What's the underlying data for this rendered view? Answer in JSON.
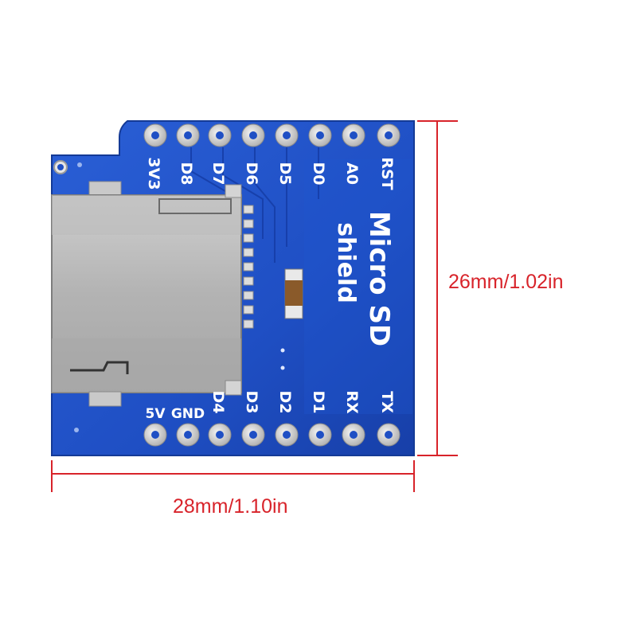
{
  "dimensions": {
    "height": "26mm/1.02in",
    "width": "28mm/1.10in"
  },
  "board": {
    "title_line1": "Micro SD",
    "title_line2": "shield",
    "top_pins": [
      "RST",
      "A0",
      "D0",
      "D5",
      "D6",
      "D7",
      "D8",
      "3V3"
    ],
    "bottom_pins": [
      "TX",
      "RX",
      "D1",
      "D2",
      "D3",
      "D4",
      "GND",
      "5V"
    ]
  },
  "colors": {
    "pcb": "#1f4fc4",
    "pcb_dark": "#153a9e",
    "dimension_lines": "#d8232a",
    "card_slot": "#b8b8b8",
    "pad_silver": "#d9d9d9"
  }
}
